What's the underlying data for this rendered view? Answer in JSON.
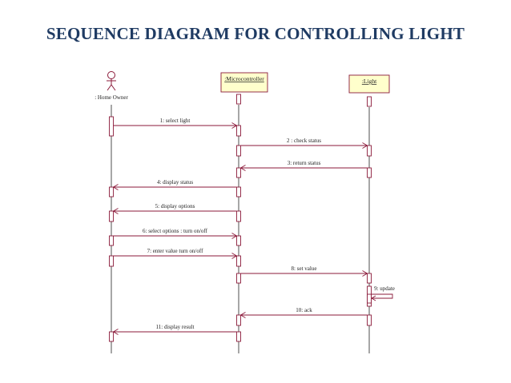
{
  "title": "SEQUENCE DIAGRAM FOR CONTROLLING LIGHT",
  "colors": {
    "box_fill": "#ffffcc",
    "outline": "#8b1a3a",
    "arrow": "#8b1a3a",
    "lifeline": "#222222",
    "title": "#1f3b63"
  },
  "participants": [
    {
      "id": "owner",
      "label": ": Home Owner",
      "kind": "actor"
    },
    {
      "id": "mc",
      "label": ":Microcontroller",
      "kind": "object"
    },
    {
      "id": "light",
      "label": ":Light",
      "kind": "object"
    }
  ],
  "messages": [
    {
      "label": "1: select light",
      "from": "owner",
      "to": "mc"
    },
    {
      "label": "2 : check status",
      "from": "mc",
      "to": "light"
    },
    {
      "label": "3: return status",
      "from": "light",
      "to": "mc"
    },
    {
      "label": "4: display status",
      "from": "mc",
      "to": "owner"
    },
    {
      "label": "5: display options",
      "from": "mc",
      "to": "owner"
    },
    {
      "label": "6: select options : turn on/off",
      "from": "owner",
      "to": "mc"
    },
    {
      "label": "7: enter value turn on/off",
      "from": "owner",
      "to": "mc"
    },
    {
      "label": "8: set value",
      "from": "mc",
      "to": "light"
    },
    {
      "label": "9: update",
      "from": "light",
      "to": "light"
    },
    {
      "label": "10: ack",
      "from": "light",
      "to": "mc"
    },
    {
      "label": "11: display result",
      "from": "mc",
      "to": "owner"
    }
  ]
}
